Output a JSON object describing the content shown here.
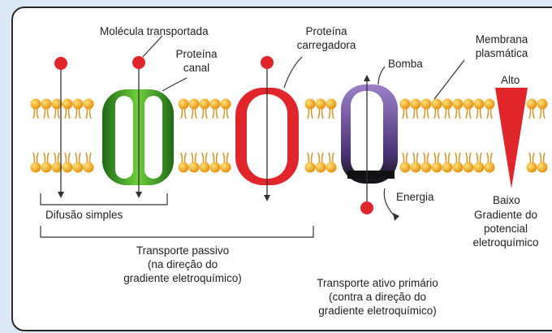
{
  "labels": {
    "molecule": "Molécula transportada",
    "channel_line1": "Proteína",
    "channel_line2": "canal",
    "carrier_line1": "Proteína",
    "carrier_line2": "carregadora",
    "pump": "Bomba",
    "membrane_line1": "Membrana",
    "membrane_line2": "plasmática",
    "high": "Alto",
    "low": "Baixo",
    "gradient_line1": "Gradiente do",
    "gradient_line2": "potencial",
    "gradient_line3": "eletroquímico",
    "energy": "Energia",
    "simple_diffusion": "Difusão simples",
    "passive_line1": "Transporte passivo",
    "passive_line2": "(na direção do",
    "passive_line3": "gradiente eletroquímico)",
    "active_line1": "Transporte ativo primário",
    "active_line2": "(contra a direção do",
    "active_line3": "gradiente eletroquímico)"
  },
  "colors": {
    "lipid_head": "#f2a81d",
    "lipid_tail": "#d9a23a",
    "channel_protein": "#3f9a2a",
    "carrier_protein": "#e0262b",
    "pump_protein": "#7a5aa6",
    "molecule": "#e0262b",
    "gradient_arrow": "#e0262b"
  }
}
